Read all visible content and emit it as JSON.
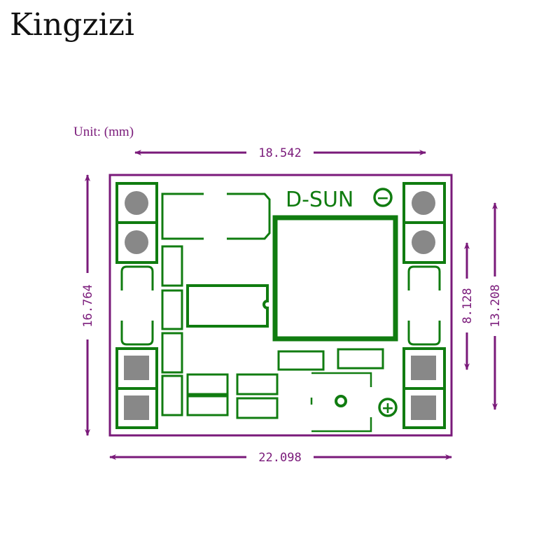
{
  "brand": "Kingzizi",
  "unit_label": "Unit: (mm)",
  "dimensions": {
    "top_width": "18.542",
    "board_width": "22.098",
    "board_height": "16.764",
    "inner_height": "8.128",
    "outer_height": "13.208"
  },
  "board": {
    "silkscreen_text": "D-SUN",
    "minus_symbol": "−",
    "plus_symbol": "+"
  },
  "colors": {
    "outline": "#7a1a7a",
    "silkscreen": "#107c10",
    "pad": "#888888"
  }
}
